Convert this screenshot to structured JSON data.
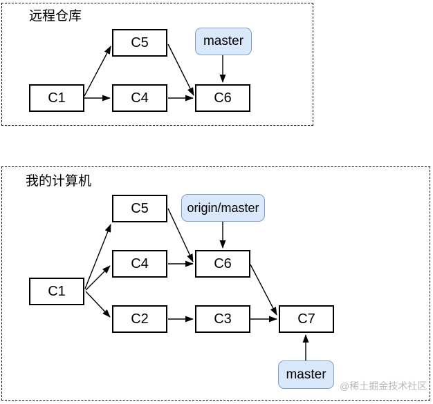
{
  "remote_repo": {
    "title": "远程仓库",
    "nodes": {
      "c1": "C1",
      "c4": "C4",
      "c5": "C5",
      "c6": "C6"
    },
    "branch_label": "master",
    "edges": [
      {
        "from": "C1",
        "to": "C5"
      },
      {
        "from": "C1",
        "to": "C4"
      },
      {
        "from": "C5",
        "to": "C6"
      },
      {
        "from": "C4",
        "to": "C6"
      },
      {
        "from": "master",
        "to": "C6"
      }
    ]
  },
  "my_computer": {
    "title": "我的计算机",
    "nodes": {
      "c1": "C1",
      "c2": "C2",
      "c3": "C3",
      "c4": "C4",
      "c5": "C5",
      "c6": "C6",
      "c7": "C7"
    },
    "origin_branch_label": "origin/master",
    "branch_label": "master",
    "edges": [
      {
        "from": "C1",
        "to": "C5"
      },
      {
        "from": "C1",
        "to": "C4"
      },
      {
        "from": "C1",
        "to": "C2"
      },
      {
        "from": "C5",
        "to": "C6"
      },
      {
        "from": "C4",
        "to": "C6"
      },
      {
        "from": "C2",
        "to": "C3"
      },
      {
        "from": "C6",
        "to": "C7"
      },
      {
        "from": "C3",
        "to": "C7"
      },
      {
        "from": "origin/master",
        "to": "C6"
      },
      {
        "from": "master",
        "to": "C7"
      }
    ]
  },
  "watermark": "@稀土掘金技术社区",
  "colors": {
    "label_fill": "#dae8fc",
    "label_border": "#7d9ec9",
    "node_border": "#000000",
    "watermark": "#b9b9b9"
  }
}
